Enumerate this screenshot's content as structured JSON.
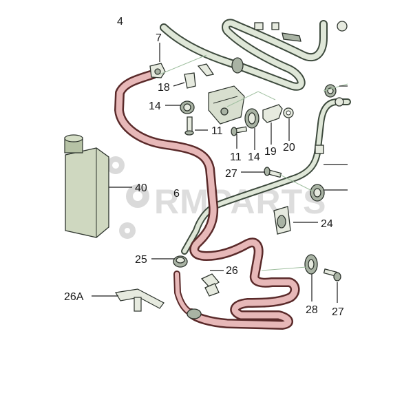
{
  "labels": {
    "top_partial": "4",
    "p7": "7",
    "p18": "18",
    "p14a": "14",
    "p11a": "11",
    "p11b": "11",
    "p14b": "14",
    "p19": "19",
    "p20": "20",
    "p27a": "27",
    "p40": "40",
    "p6": "6",
    "p24": "24",
    "p25": "25",
    "p26": "26",
    "p26a": "26A",
    "p28": "28",
    "p27b": "27"
  },
  "watermark": {
    "text": "RMPARTS"
  },
  "colors": {
    "hose": "#e7b8b8",
    "pipe": "#dfe7d8",
    "watermark": "#c9c9c9"
  }
}
